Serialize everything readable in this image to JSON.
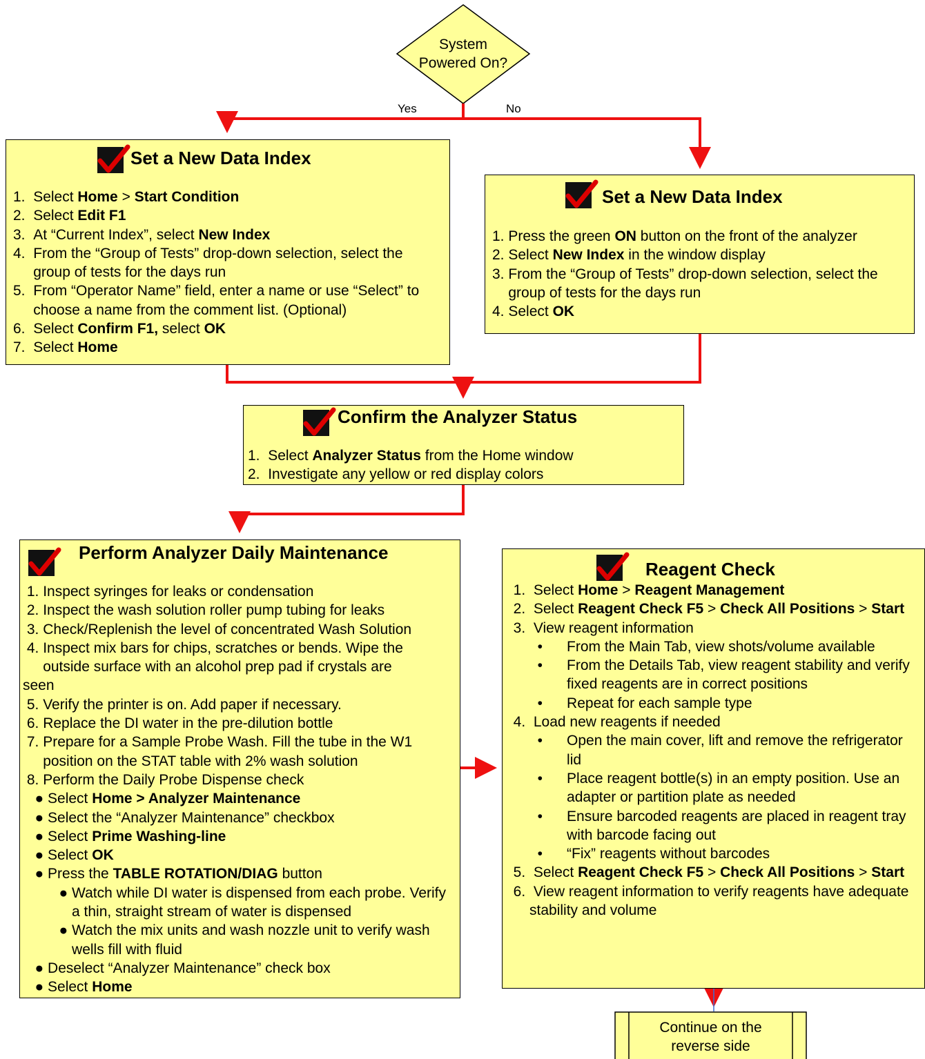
{
  "decision": {
    "label_line1": "System",
    "label_line2": "Powered On?",
    "yes": "Yes",
    "no": "No"
  },
  "box_left": {
    "title": "Set a New  Data Index",
    "steps": [
      [
        {
          "t": "1.  Select "
        },
        {
          "t": "Home",
          "b": true
        },
        {
          "t": " > "
        },
        {
          "t": "Start Condition",
          "b": true
        }
      ],
      [
        {
          "t": "2.  Select "
        },
        {
          "t": "Edit F1",
          "b": true
        }
      ],
      [
        {
          "t": "3.  At “Current Index”, select "
        },
        {
          "t": "New  Index",
          "b": true
        }
      ],
      [
        {
          "t": "4.  From the “Group of Tests” drop-down selection, select the group of tests for the days run"
        }
      ],
      [
        {
          "t": "5.  From “Operator Name” field, enter a name or use “Select” to choose a name from the comment list.  (Optional)"
        }
      ],
      [
        {
          "t": "6.  Select "
        },
        {
          "t": "Confirm F1,",
          "b": true
        },
        {
          "t": " select "
        },
        {
          "t": "OK",
          "b": true
        }
      ],
      [
        {
          "t": "7.  Select "
        },
        {
          "t": "Home",
          "b": true
        }
      ]
    ]
  },
  "box_right": {
    "title": "Set a New  Data Index",
    "steps": [
      [
        {
          "t": "1. Press the green "
        },
        {
          "t": "ON",
          "b": true
        },
        {
          "t": " button on the front of the analyzer"
        }
      ],
      [
        {
          "t": "2. Select "
        },
        {
          "t": "New Index",
          "b": true
        },
        {
          "t": " in the window display"
        }
      ],
      [
        {
          "t": "3. From the “Group of Tests” drop-down selection, select the group of tests for the days run"
        }
      ],
      [
        {
          "t": "4. Select "
        },
        {
          "t": "OK",
          "b": true
        }
      ]
    ]
  },
  "box_confirm": {
    "title": "Confirm the Analyzer Status",
    "steps": [
      [
        {
          "t": "1.  Select "
        },
        {
          "t": "Analyzer Status",
          "b": true
        },
        {
          "t": " from the Home window"
        }
      ],
      [
        {
          "t": "2.  Investigate any yellow or red display colors"
        }
      ]
    ]
  },
  "box_maint": {
    "title": "Perform Analyzer Daily Maintenance",
    "steps": [
      {
        "kind": "num",
        "num": " 1. ",
        "parts": [
          {
            "t": "Inspect syringes for leaks or condensation"
          }
        ]
      },
      {
        "kind": "num",
        "num": " 2. ",
        "parts": [
          {
            "t": "Inspect the wash solution roller pump tubing for leaks"
          }
        ]
      },
      {
        "kind": "num",
        "num": " 3. ",
        "parts": [
          {
            "t": "Check/Replenish the level of concentrated Wash Solution"
          }
        ]
      },
      {
        "kind": "num",
        "num": " 4. ",
        "parts": [
          {
            "t": "Inspect mix bars for chips, scratches or bends.  Wipe the outside surface with an alcohol prep pad if crystals are"
          }
        ]
      },
      {
        "kind": "flat",
        "parts": [
          {
            "t": "seen"
          }
        ]
      },
      {
        "kind": "num",
        "num": " 5. ",
        "parts": [
          {
            "t": "Verify the printer is on.  Add paper if necessary."
          }
        ]
      },
      {
        "kind": "num",
        "num": " 6. ",
        "parts": [
          {
            "t": "Replace the DI water in the pre-dilution bottle"
          }
        ]
      },
      {
        "kind": "num",
        "num": " 7. ",
        "parts": [
          {
            "t": "Prepare for a Sample Probe Wash. Fill the tube in the W1 position on the STAT table with 2% wash solution"
          }
        ]
      },
      {
        "kind": "num",
        "num": " 8. ",
        "parts": [
          {
            "t": "Perform the Daily Probe Dispense check"
          }
        ]
      },
      {
        "kind": "sub",
        "mk": "   ● ",
        "parts": [
          {
            "t": "Select "
          },
          {
            "t": "Home > Analyzer Maintenance",
            "b": true
          }
        ]
      },
      {
        "kind": "sub",
        "mk": "   ● ",
        "parts": [
          {
            "t": "Select the “Analyzer Maintenance” checkbox"
          }
        ]
      },
      {
        "kind": "sub",
        "mk": "   ● ",
        "parts": [
          {
            "t": "Select "
          },
          {
            "t": "Prime Washing-line",
            "b": true
          }
        ]
      },
      {
        "kind": "sub",
        "mk": "   ● ",
        "parts": [
          {
            "t": "Select "
          },
          {
            "t": "OK",
            "b": true
          }
        ]
      },
      {
        "kind": "sub",
        "mk": "   ● ",
        "parts": [
          {
            "t": "Press the "
          },
          {
            "t": "TABLE ROTATION/DIAG",
            "b": true
          },
          {
            "t": " button"
          }
        ]
      },
      {
        "kind": "sub2",
        "mk": "         ● ",
        "parts": [
          {
            "t": "Watch while DI water is dispensed from each probe. Verify a thin, straight stream of water is dispensed"
          }
        ]
      },
      {
        "kind": "sub2",
        "mk": "         ● ",
        "parts": [
          {
            "t": "Watch the mix units  and wash nozzle unit to verify wash wells fill with fluid"
          }
        ]
      },
      {
        "kind": "sub",
        "mk": "   ● ",
        "parts": [
          {
            "t": "Deselect “Analyzer Maintenance” check box"
          }
        ]
      },
      {
        "kind": "sub",
        "mk": "   ● ",
        "parts": [
          {
            "t": "Select "
          },
          {
            "t": "Home",
            "b": true
          }
        ]
      }
    ]
  },
  "box_reagent": {
    "title": "Reagent Check",
    "steps": [
      {
        "kind": "num",
        "num": "  1.  ",
        "parts": [
          {
            "t": "Select "
          },
          {
            "t": "Home",
            "b": true
          },
          {
            "t": " > "
          },
          {
            "t": "Reagent Management",
            "b": true
          }
        ]
      },
      {
        "kind": "flat",
        "parts": [
          {
            "t": "  2.  Select "
          },
          {
            "t": "Reagent Check F5",
            "b": true
          },
          {
            "t": " > "
          },
          {
            "t": "Check All Positions",
            "b": true
          },
          {
            "t": " > "
          },
          {
            "t": "Start",
            "b": true
          }
        ]
      },
      {
        "kind": "num",
        "num": "  3.  ",
        "parts": [
          {
            "t": "View reagent information"
          }
        ]
      },
      {
        "kind": "sub",
        "mk": "        •      ",
        "parts": [
          {
            "t": "From the Main Tab, view shots/volume available"
          }
        ]
      },
      {
        "kind": "sub",
        "mk": "        •      ",
        "parts": [
          {
            "t": "From the Details Tab, view reagent stability and verify fixed reagents are in correct positions"
          }
        ]
      },
      {
        "kind": "sub",
        "mk": "        •      ",
        "parts": [
          {
            "t": "Repeat for each sample type"
          }
        ]
      },
      {
        "kind": "num",
        "num": "  4.  ",
        "parts": [
          {
            "t": "Load new reagents if needed"
          }
        ]
      },
      {
        "kind": "sub",
        "mk": "        •      ",
        "parts": [
          {
            "t": "Open the main cover, lift and remove the refrigerator lid"
          }
        ]
      },
      {
        "kind": "sub",
        "mk": "        •      ",
        "parts": [
          {
            "t": "Place reagent bottle(s) in an empty position.  Use an adapter or partition plate as needed"
          }
        ]
      },
      {
        "kind": "sub",
        "mk": "        •      ",
        "parts": [
          {
            "t": "Ensure barcoded reagents are placed in reagent tray with barcode facing out"
          }
        ]
      },
      {
        "kind": "sub",
        "mk": "        •      ",
        "parts": [
          {
            "t": "“Fix” reagents without barcodes"
          }
        ]
      },
      {
        "kind": "flat",
        "parts": [
          {
            "t": "  5.  Select "
          },
          {
            "t": "Reagent Check F5",
            "b": true
          },
          {
            "t": " > "
          },
          {
            "t": "Check All Positions",
            "b": true
          },
          {
            "t": " > "
          },
          {
            "t": "Start",
            "b": true
          }
        ]
      },
      {
        "kind": "flat",
        "parts": [
          {
            "t": "  6.  View reagent information to verify reagents have adequate"
          }
        ]
      },
      {
        "kind": "flat",
        "parts": [
          {
            "t": "      stability and volume"
          }
        ]
      }
    ]
  },
  "continue": {
    "line1": "Continue on the",
    "line2": "reverse side"
  },
  "colors": {
    "box_fill": "#ffff99",
    "connector": "#ee1111",
    "check": "#dd0000"
  }
}
